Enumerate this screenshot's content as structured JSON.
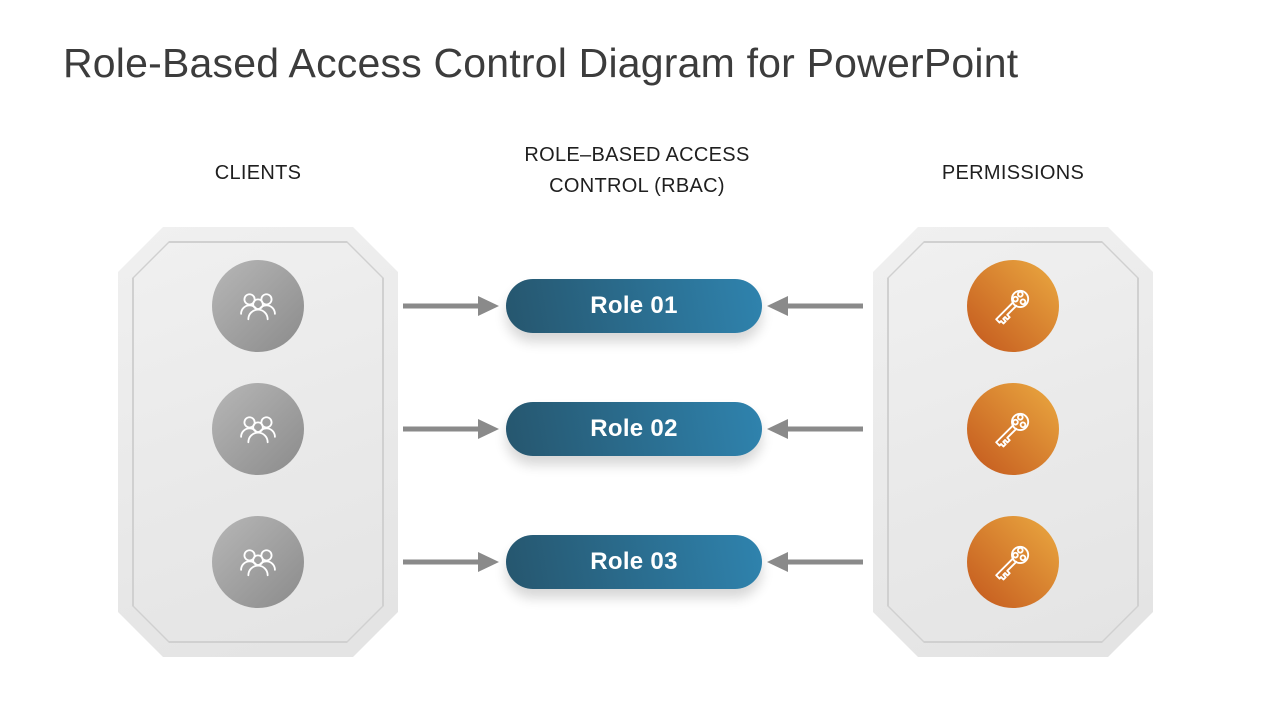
{
  "title": "Role-Based Access Control Diagram for PowerPoint",
  "columns": {
    "clients": "CLIENTS",
    "rbac_line1": "ROLE–BASED ACCESS",
    "rbac_line2": "CONTROL (RBAC)",
    "permissions": "PERMISSIONS"
  },
  "roles": [
    {
      "label": "Role 01"
    },
    {
      "label": "Role 02"
    },
    {
      "label": "Role 03"
    }
  ],
  "icons": {
    "clients": "people-group-icon",
    "permissions": "key-icon",
    "connector": "arrow-icon"
  },
  "colors": {
    "title_text": "#3c3c3c",
    "header_text": "#1f1f1f",
    "panel_fill": "#ebebeb",
    "panel_border": "#d0d0d0",
    "client_circle_start": "#b7b7b7",
    "client_circle_end": "#8b8b8b",
    "permission_circle_start": "#c3571d",
    "permission_circle_end": "#ebaa41",
    "role_pill_start": "#26566e",
    "role_pill_end": "#2f83ae",
    "arrow": "#8a8a8a",
    "icon_stroke": "#ffffff"
  }
}
